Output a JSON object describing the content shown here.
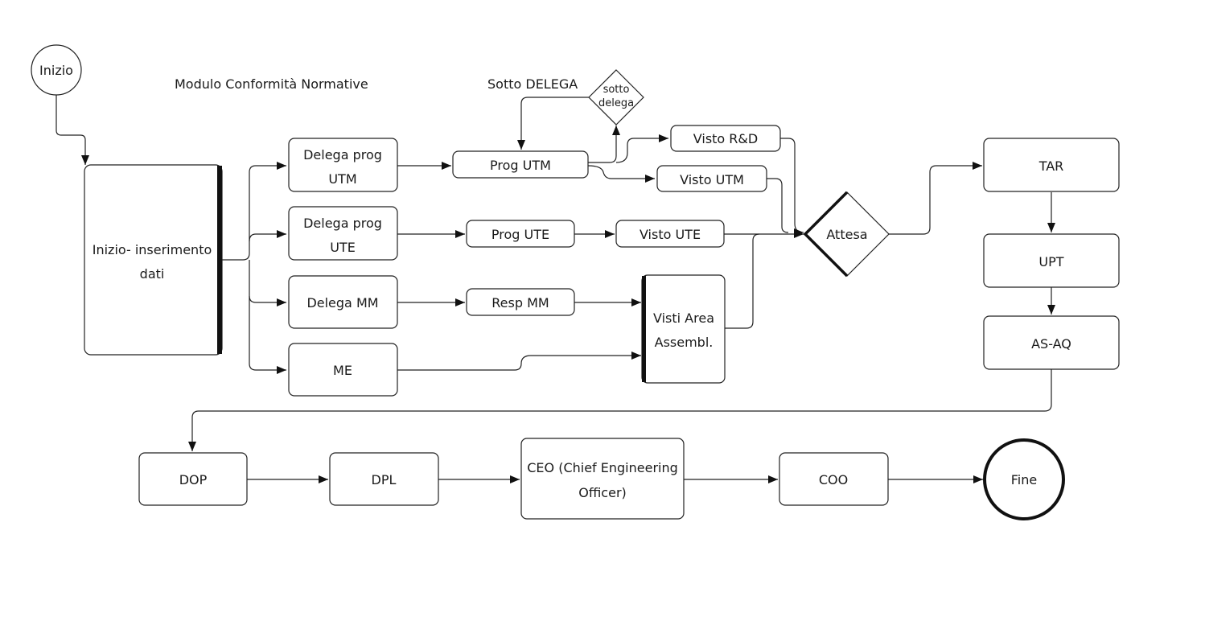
{
  "diagram": {
    "title": "Modulo Conformità Normative",
    "annotation": "Sotto DELEGA",
    "nodes": {
      "inizio": "Inizio",
      "inserimento": [
        "Inizio- inserimento",
        "dati"
      ],
      "delega_utm": [
        "Delega prog",
        "UTM"
      ],
      "delega_ute": [
        "Delega prog",
        "UTE"
      ],
      "delega_mm": "Delega MM",
      "me": "ME",
      "prog_utm": "Prog UTM",
      "sotto_delega": [
        "sotto",
        "delega"
      ],
      "visto_rd": "Visto R&D",
      "visto_utm": "Visto UTM",
      "prog_ute": "Prog UTE",
      "visto_ute": "Visto UTE",
      "resp_mm": "Resp MM",
      "visti_area": [
        "Visti Area",
        "Assembl."
      ],
      "attesa": "Attesa",
      "tar": "TAR",
      "upt": "UPT",
      "as_aq": "AS-AQ",
      "dop": "DOP",
      "dpl": "DPL",
      "ceo": [
        "CEO (Chief Engineering",
        "Officer)"
      ],
      "coo": "COO",
      "fine": "Fine"
    }
  }
}
